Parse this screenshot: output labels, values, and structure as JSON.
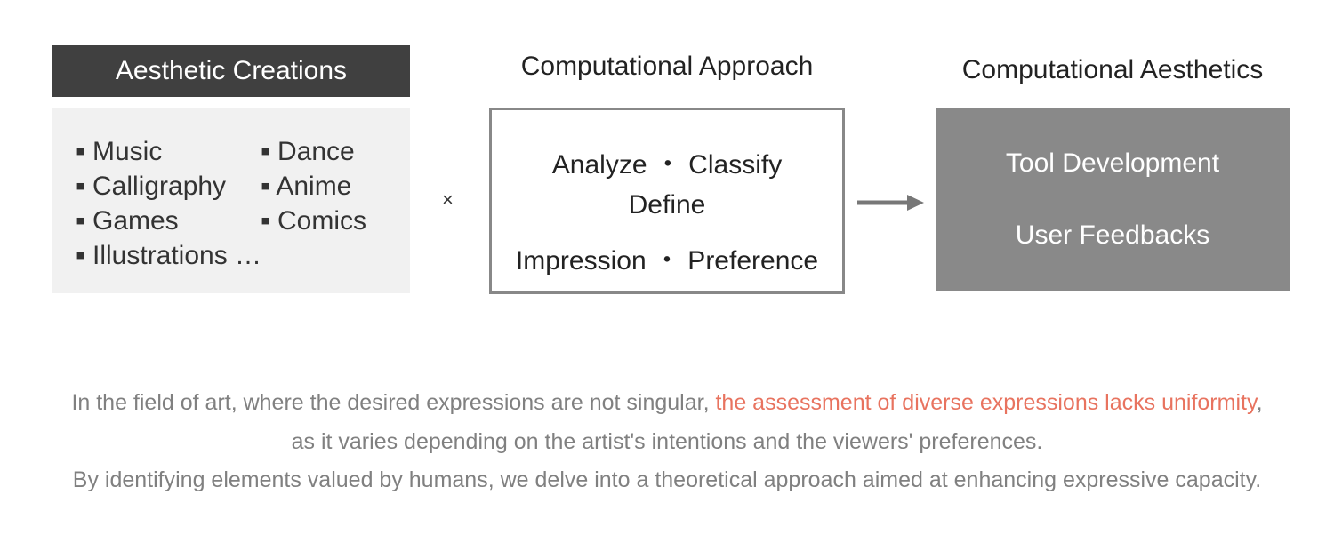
{
  "aesthetic_creations": {
    "title": "Aesthetic Creations",
    "items": [
      "Music",
      "Dance",
      "Calligraphy",
      "Anime",
      "Games",
      "Comics",
      "Illustrations …"
    ]
  },
  "operator": "×",
  "computational_approach": {
    "title": "Computational Approach",
    "lines": [
      "Analyze ・ Classify",
      "Define",
      "Impression ・ Preference"
    ]
  },
  "computational_aesthetics": {
    "title": "Computational Aesthetics",
    "lines": [
      "Tool Development",
      "User Feedbacks"
    ]
  },
  "description": {
    "line1_pre": "In the field of art, where the desired expressions are not singular, ",
    "line1_highlight": "the assessment of diverse expressions lacks uniformity",
    "line1_post": ",",
    "line2": "as it varies depending on the artist's intentions and the viewers' preferences.",
    "line3": "By identifying elements valued by humans, we delve into a theoretical approach aimed at enhancing expressive capacity.",
    "highlight_color": "#e8735f"
  }
}
